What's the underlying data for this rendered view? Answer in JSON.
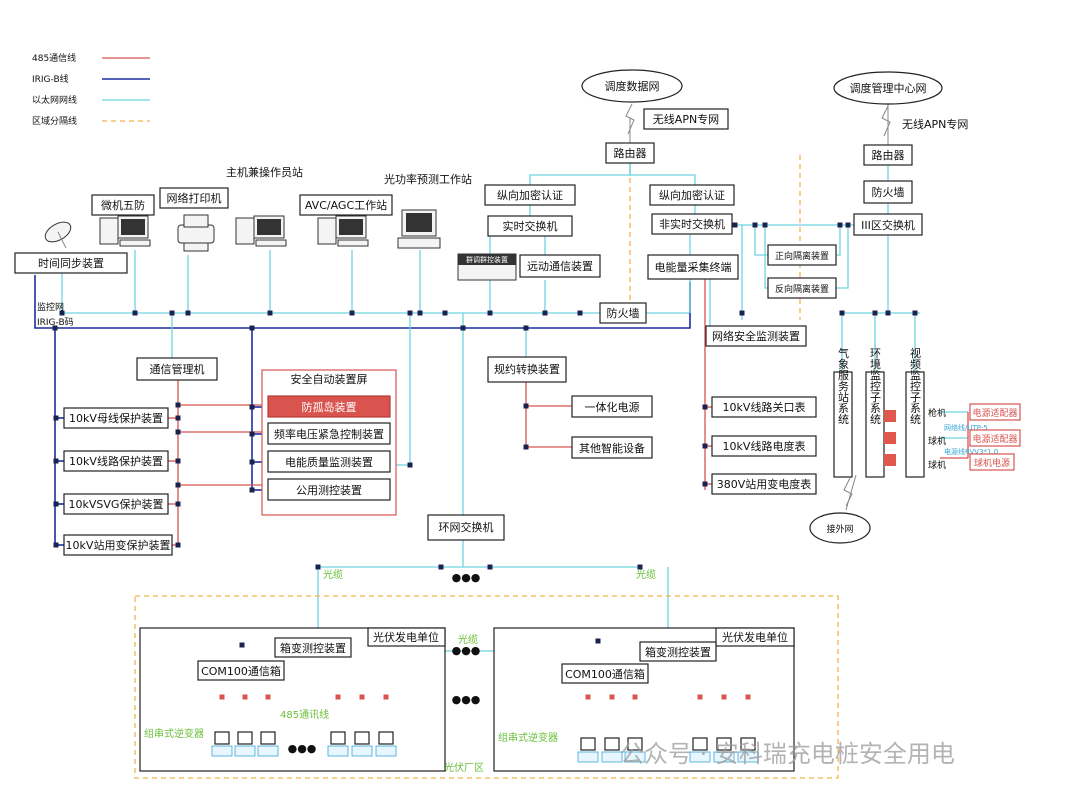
{
  "legend": {
    "items": [
      {
        "label": "485通信线",
        "color": "#d9534f"
      },
      {
        "label": "IRIG-B线",
        "color": "#1a2fa0"
      },
      {
        "label": "以太网网线",
        "color": "#6fd3e2"
      },
      {
        "label": "区域分隔线",
        "color": "#f0b44a"
      }
    ]
  },
  "clouds": {
    "dispatch_net": "调度数据网",
    "mgmt_center": "调度管理中心网",
    "external_net": "接外网"
  },
  "links": {
    "apn_left": "无线APN专网",
    "apn_right": "无线APN专网",
    "fiber_1": "光缆",
    "fiber_2": "光缆",
    "fiber_3": "光缆",
    "bus_485": "485通讯线"
  },
  "devices": {
    "router_left": "路由器",
    "router_right": "路由器",
    "firewall_right": "防火墙",
    "zone3_switch": "III区交换机",
    "encrypt_left": "纵向加密认证",
    "encrypt_right": "纵向加密认证",
    "realtime_switch": "实时交换机",
    "nonrealtime_switch": "非实时交换机",
    "remote_comm": "远动通信装置",
    "group_ctrl": "群调群控装置",
    "energy_terminal": "电能量采集终端",
    "forward_isolation": "正向隔离装置",
    "reverse_isolation": "反向隔离装置",
    "net_security": "网络安全监测装置",
    "firewall_mid": "防火墙",
    "time_sync": "时间同步装置",
    "micro_five": "微机五防",
    "net_printer": "网络打印机",
    "main_station": "主机兼操作员站",
    "avc_agc": "AVC/AGC工作站",
    "pv_forecast": "光功率预测工作站",
    "monitor_net": "监控网",
    "irig_code": "IRIG-B码",
    "comm_manager": "通信管理机",
    "protocol_conv": "规约转换装置",
    "integrated_power": "一体化电源",
    "other_smart": "其他智能设备",
    "ring_switch": "环网交换机",
    "weather": "气象服务站系统",
    "env_monitor": "环境监控子系统",
    "video_monitor": "视频监控子系统"
  },
  "protection": {
    "items": [
      "10kV母线保护装置",
      "10kV线路保护装置",
      "10kVSVG保护装置",
      "10kV站用变保护装置"
    ]
  },
  "safety_panel": {
    "title": "安全自动装置屏",
    "items": [
      "防孤岛装置",
      "频率电压紧急控制装置",
      "电能质量监测装置",
      "公用测控装置"
    ]
  },
  "meters": {
    "items": [
      "10kV线路关口表",
      "10kV线路电度表",
      "380V站用变电度表"
    ]
  },
  "cameras": {
    "gun": "枪机",
    "dome1": "球机",
    "dome2": "球机",
    "link1": "网络线/UTP-5",
    "link2": "电源线RVV3*1.0",
    "adapter1": "电源适配器",
    "adapter2": "电源适配器",
    "dome_power": "球机电源"
  },
  "pv_field": {
    "area_label": "光伏厂区",
    "unit_label_1": "光伏发电单位",
    "unit_label_2": "光伏发电单位",
    "box_ctrl_1": "箱变测控装置",
    "box_ctrl_2": "箱变测控装置",
    "com_box_1": "COM100通信箱",
    "com_box_2": "COM100通信箱",
    "inverter_1": "组串式逆变器",
    "inverter_2": "组串式逆变器",
    "ellipsis": "●●●"
  },
  "watermark": "公众号 · 安科瑞充电桩安全用电"
}
